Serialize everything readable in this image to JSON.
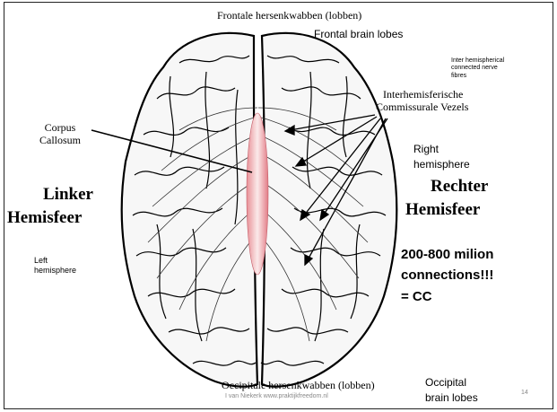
{
  "slide": {
    "page_number": "14",
    "footer_credit": "I van Niekerk www.praktijkfreedom.nl",
    "accent_color": "#e27c86"
  },
  "labels": {
    "frontal_dutch": "Frontale hersenkwabben (lobben)",
    "frontal_english": "Frontal brain lobes",
    "inter_fibres_english": [
      "Inter hemispherical",
      "connected nerve",
      "fibres"
    ],
    "inter_fibres_dutch": [
      "Interhemisferische",
      "Commissurale Vezels"
    ],
    "corpus_callosum": [
      "Corpus",
      "Callosum"
    ],
    "right_hemisphere_english": [
      "Right",
      "hemisphere"
    ],
    "left_hemisphere_dutch": [
      "Linker",
      "Hemisfeer"
    ],
    "right_hemisphere_dutch": [
      "Rechter",
      "Hemisfeer"
    ],
    "left_hemisphere_english": [
      "Left",
      "hemisphere"
    ],
    "connections": [
      "200-800 milion",
      "connections!!!",
      "= CC"
    ],
    "occipital_dutch": "Occipitale hersenkwabben (lobben)",
    "occipital_english": [
      "Occipital",
      "brain lobes"
    ]
  }
}
